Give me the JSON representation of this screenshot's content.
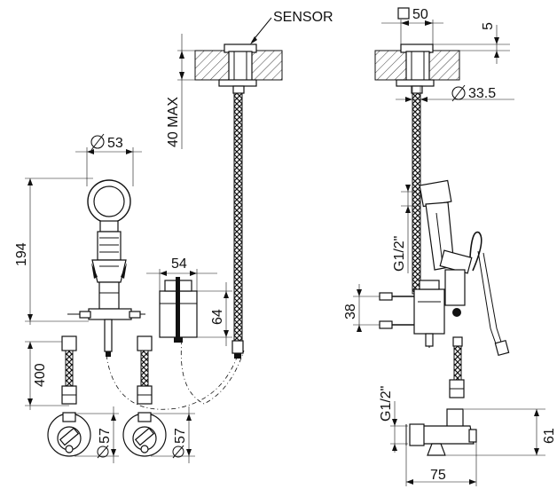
{
  "labels": {
    "sensor": "SENSOR",
    "square_50": "50",
    "dim_5": "5",
    "dim_40_max": "40 MAX",
    "dia_33_5": "33.5",
    "dia_53": "53",
    "dim_194": "194",
    "g_half_upper": "G1/2\"",
    "dim_54": "54",
    "dim_64": "64",
    "dim_38": "38",
    "dim_400": "400",
    "g_half_lower": "G1/2\"",
    "dia_57_left": "57",
    "dia_57_right": "57",
    "dim_61": "61",
    "dim_75": "75"
  },
  "symbols": {
    "square": "square-symbol",
    "diameter": "diameter-symbol"
  }
}
